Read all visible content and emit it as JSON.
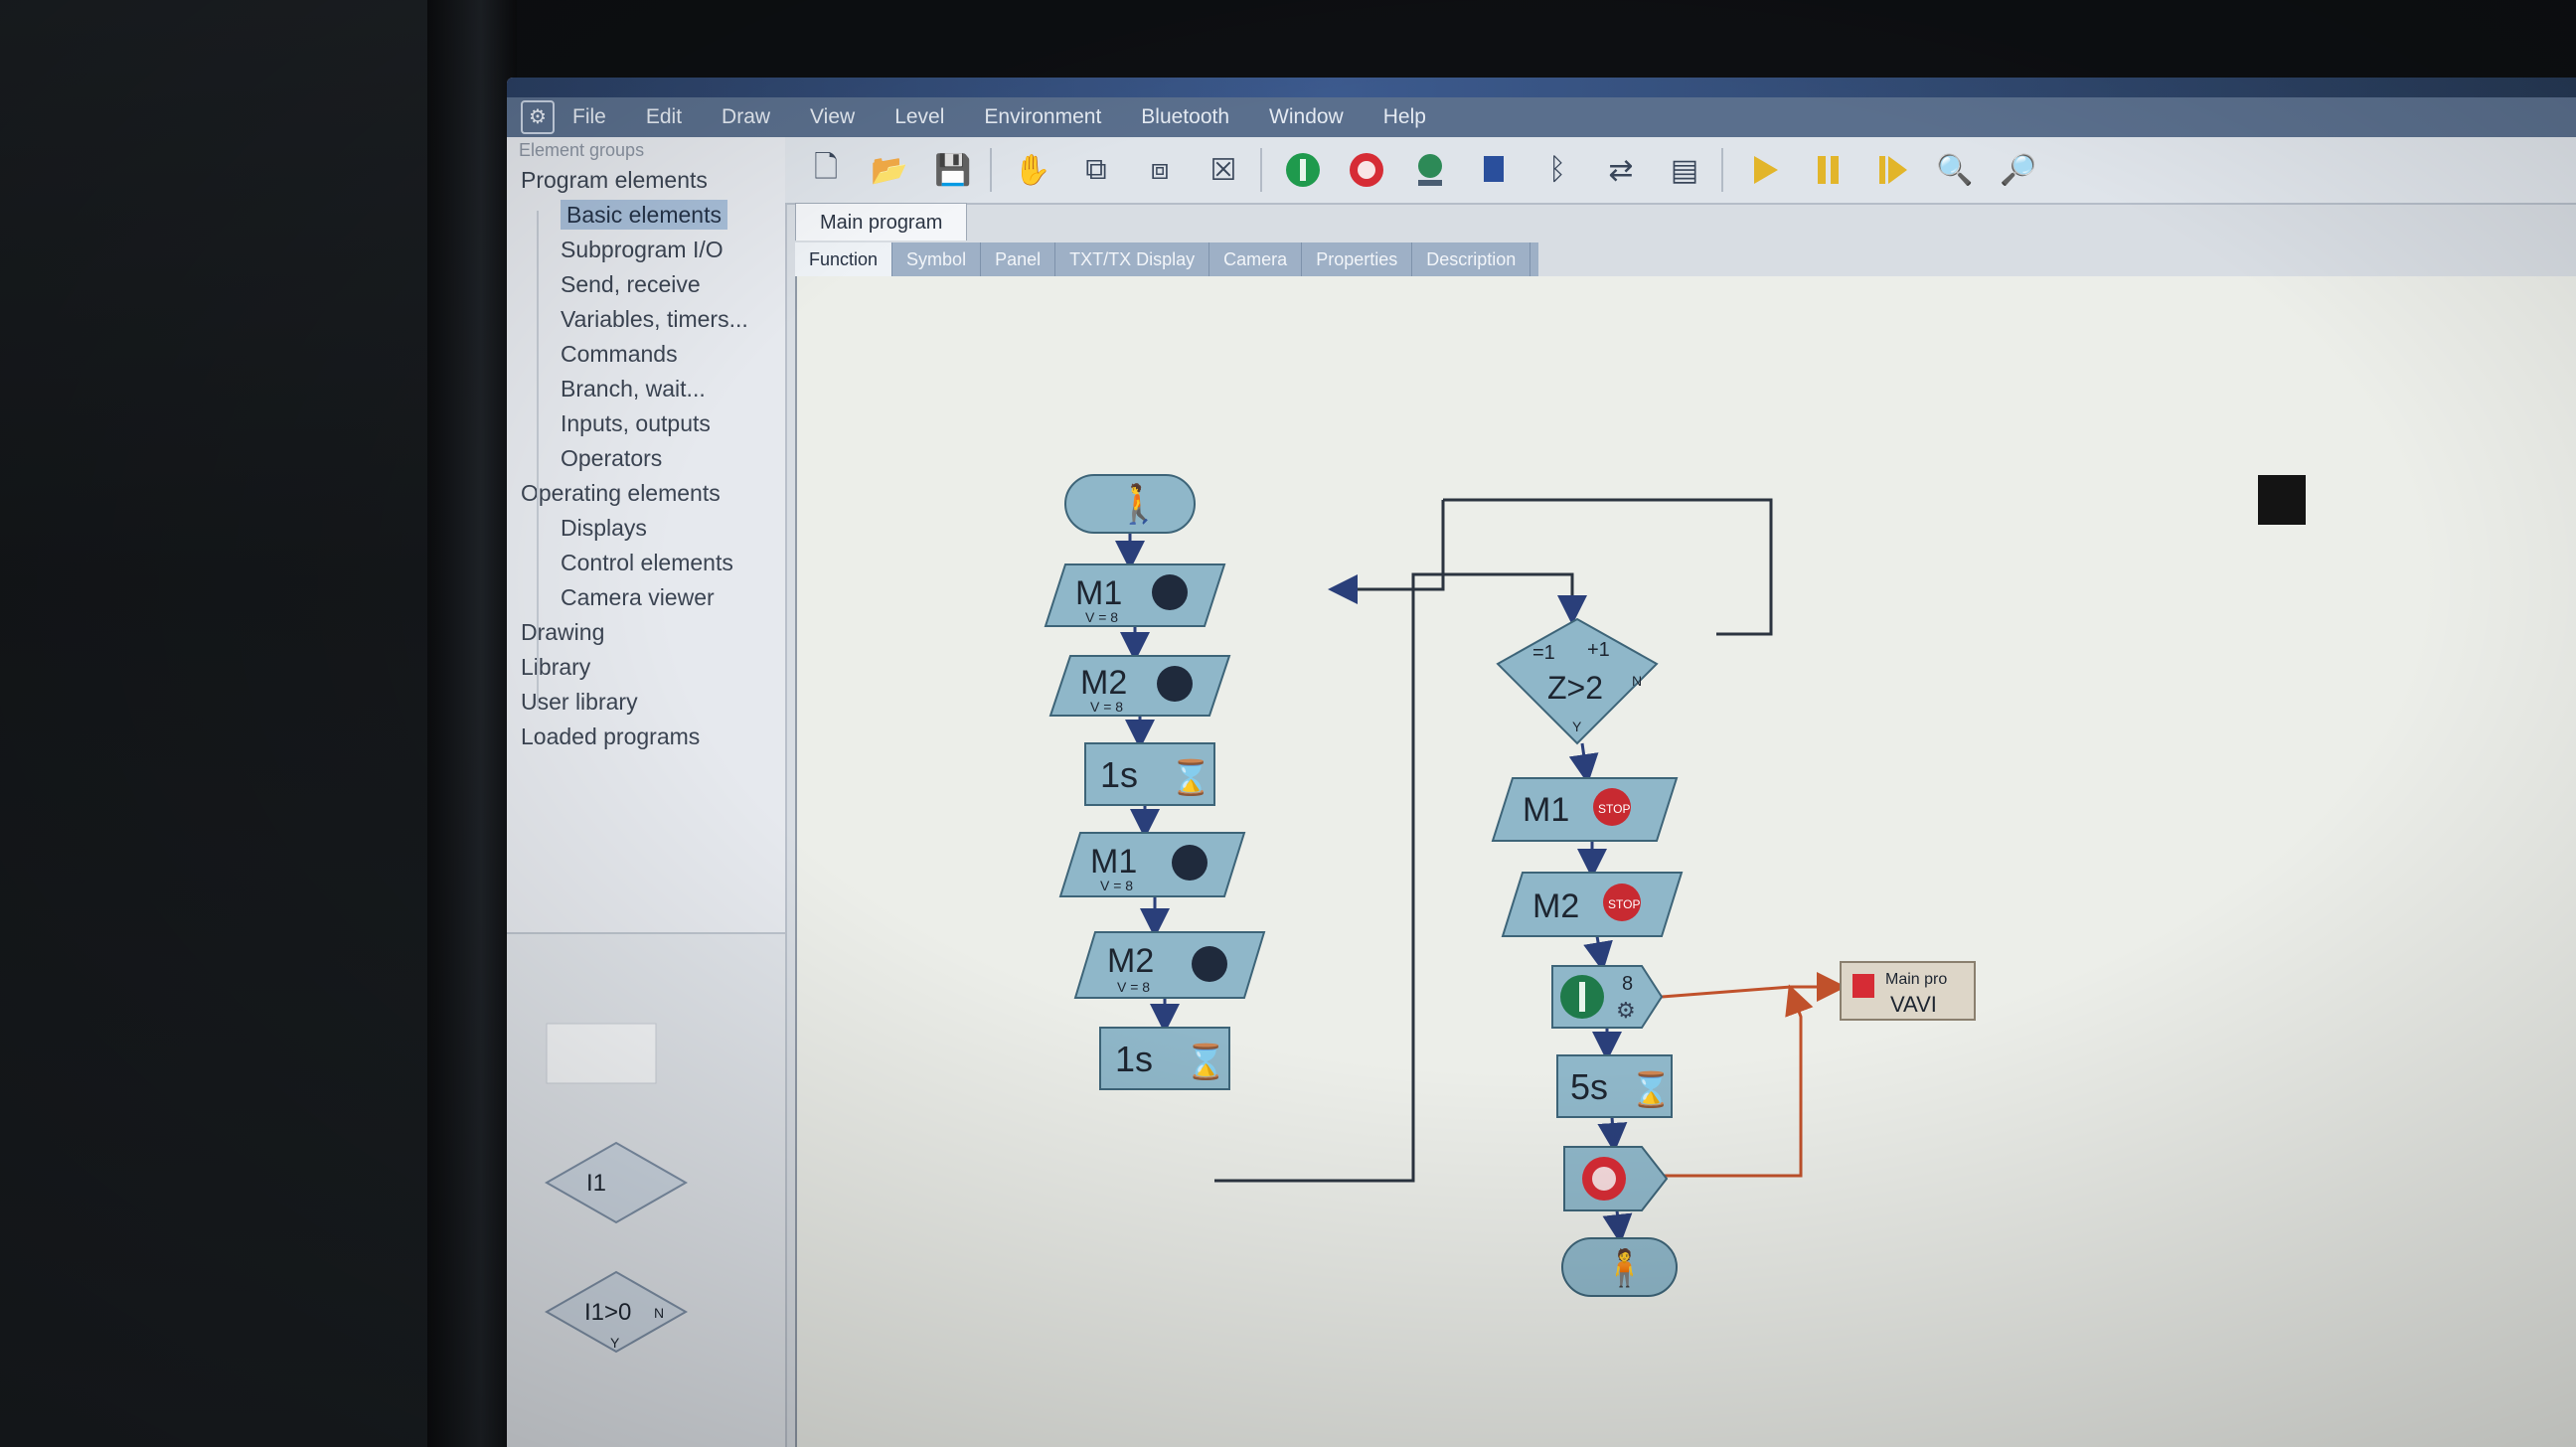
{
  "menu": {
    "items": [
      "File",
      "Edit",
      "Draw",
      "View",
      "Level",
      "Environment",
      "Bluetooth",
      "Window",
      "Help"
    ]
  },
  "sidebar": {
    "header": "Element groups",
    "items": [
      {
        "label": "Program elements",
        "level": 0
      },
      {
        "label": "Basic elements",
        "level": 1,
        "selected": true
      },
      {
        "label": "Subprogram I/O",
        "level": 1
      },
      {
        "label": "Send, receive",
        "level": 1
      },
      {
        "label": "Variables, timers...",
        "level": 1
      },
      {
        "label": "Commands",
        "level": 1
      },
      {
        "label": "Branch, wait...",
        "level": 1
      },
      {
        "label": "Inputs, outputs",
        "level": 1
      },
      {
        "label": "Operators",
        "level": 1
      },
      {
        "label": "Operating elements",
        "level": 0
      },
      {
        "label": "Displays",
        "level": 1
      },
      {
        "label": "Control elements",
        "level": 1
      },
      {
        "label": "Camera viewer",
        "level": 1
      },
      {
        "label": "Drawing",
        "level": 0
      },
      {
        "label": "Library",
        "level": 0
      },
      {
        "label": "User library",
        "level": 0
      },
      {
        "label": "Loaded programs",
        "level": 0
      }
    ],
    "palette": {
      "input_block": "I1",
      "compare_block": "I1>0",
      "no_label": "N",
      "yes_label": "Y"
    }
  },
  "program_tab": "Main program",
  "sub_tabs": [
    "Function",
    "Symbol",
    "Panel",
    "TXT/TX Display",
    "Camera",
    "Properties",
    "Description"
  ],
  "flow": {
    "left": [
      {
        "motor": "M1",
        "speed": "V = 8"
      },
      {
        "motor": "M2",
        "speed": "V = 8"
      },
      {
        "wait": "1s"
      },
      {
        "motor": "M1",
        "speed": "V = 8"
      },
      {
        "motor": "M2",
        "speed": "V = 8"
      },
      {
        "wait": "1s"
      }
    ],
    "branch": {
      "minus": "=1",
      "plus": "+1",
      "condition": "Z>2",
      "no": "N",
      "yes": "Y"
    },
    "right": [
      {
        "motor": "M1",
        "icon": "STOP"
      },
      {
        "motor": "M2",
        "icon": "STOP"
      },
      {
        "counter": "8"
      },
      {
        "wait": "5s"
      }
    ],
    "panel": {
      "title": "Main pro",
      "value": "VAVI"
    }
  }
}
